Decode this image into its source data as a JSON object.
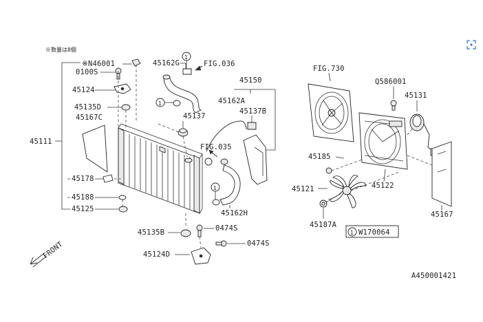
{
  "note": "※数量は8個",
  "labels": {
    "n46001": "※N46001",
    "b0100s": "0100S",
    "p45124": "45124",
    "p45135d": "45135D",
    "p45167c": "45167C",
    "p45111": "45111",
    "p45178": "45178",
    "p45188": "45188",
    "p45125": "45125",
    "p45162g": "45162G",
    "fig036": "FIG.036",
    "p45137": "45137",
    "p45162a": "45162A",
    "p45150": "45150",
    "p45137b": "45137B",
    "fig035": "FIG.035",
    "p45162h": "45162H",
    "p45135b": "45135B",
    "b0474s_1": "0474S",
    "b0474s_2": "0474S",
    "p45124d": "45124D",
    "fig730": "FIG.730",
    "q586001": "Q586001",
    "p45131": "45131",
    "p45185": "45185",
    "p45121": "45121",
    "p45122": "45122",
    "p45167": "45167",
    "p45187a": "45187A",
    "w170064": "W170064",
    "front": "FRONT",
    "code": "A450001421",
    "circle1": "1"
  },
  "icons": {
    "expand": "expand-icon"
  }
}
